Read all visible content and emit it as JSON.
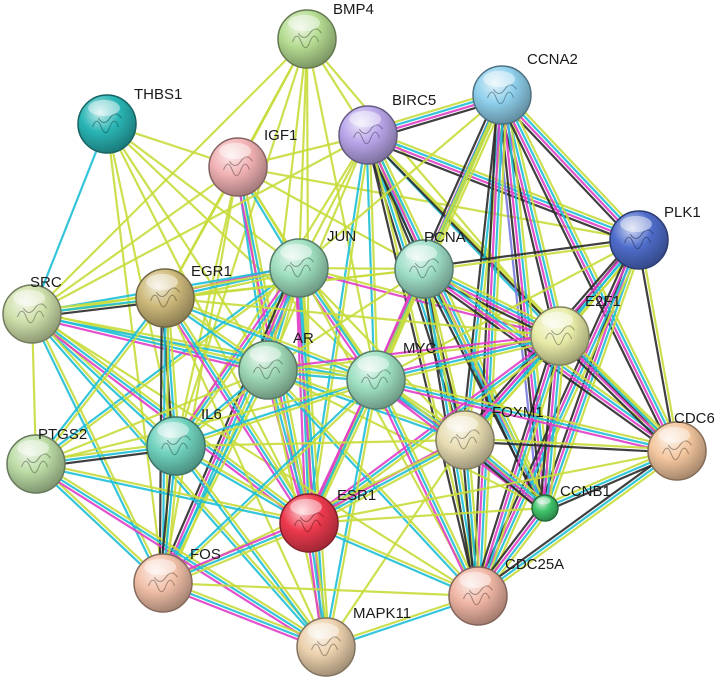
{
  "edge_colors": {
    "textmining": "#c8dc3c",
    "database": "#1fbfd6",
    "experimental": "#e03ec6",
    "coexpression": "#2a2a2a",
    "homology": "#7a7ae0"
  },
  "nodes": [
    {
      "id": "BMP4",
      "label": "BMP4",
      "color": "#b5dc92",
      "icon": "protein-structure-icon"
    },
    {
      "id": "CCNA2",
      "label": "CCNA2",
      "color": "#8fd0ec",
      "icon": "protein-structure-icon"
    },
    {
      "id": "THBS1",
      "label": "THBS1",
      "color": "#2ab5b5",
      "icon": "protein-structure-icon"
    },
    {
      "id": "BIRC5",
      "label": "BIRC5",
      "color": "#b9a6ea",
      "icon": "protein-structure-icon"
    },
    {
      "id": "IGF1",
      "label": "IGF1",
      "color": "#f2b2b4",
      "icon": "protein-structure-icon"
    },
    {
      "id": "PLK1",
      "label": "PLK1",
      "color": "#4f6dcb",
      "icon": "protein-structure-icon"
    },
    {
      "id": "JUN",
      "label": "JUN",
      "color": "#9fdfbf",
      "icon": "protein-structure-icon"
    },
    {
      "id": "PCNA",
      "label": "PCNA",
      "color": "#9fdfc8",
      "icon": "protein-structure-icon"
    },
    {
      "id": "SRC",
      "label": "SRC",
      "color": "#cfe0aa",
      "icon": "protein-structure-icon"
    },
    {
      "id": "EGR1",
      "label": "EGR1",
      "color": "#cdb97a",
      "icon": "protein-structure-icon"
    },
    {
      "id": "E2F1",
      "label": "E2F1",
      "color": "#e8eca8",
      "icon": "protein-structure-icon"
    },
    {
      "id": "AR",
      "label": "AR",
      "color": "#9fd9b5",
      "icon": "protein-structure-icon"
    },
    {
      "id": "MYC",
      "label": "MYC",
      "color": "#9fe0c2",
      "icon": "protein-structure-icon"
    },
    {
      "id": "FOXM1",
      "label": "FOXM1",
      "color": "#e8ddb2",
      "icon": "protein-structure-icon"
    },
    {
      "id": "CDC6",
      "label": "CDC6",
      "color": "#f3c69e",
      "icon": "protein-structure-icon"
    },
    {
      "id": "PTGS2",
      "label": "PTGS2",
      "color": "#bcdca5",
      "icon": "protein-structure-icon"
    },
    {
      "id": "IL6",
      "label": "IL6",
      "color": "#6fd2bd",
      "icon": "protein-structure-icon"
    },
    {
      "id": "CCNB1",
      "label": "CCNB1",
      "color": "#3fc46a",
      "icon": "protein-structure-icon"
    },
    {
      "id": "ESR1",
      "label": "ESR1",
      "color": "#ee3a4e",
      "icon": "protein-structure-icon"
    },
    {
      "id": "FOS",
      "label": "FOS",
      "color": "#f2c0a8",
      "icon": "protein-structure-icon"
    },
    {
      "id": "CDC25A",
      "label": "CDC25A",
      "color": "#f0b6a4",
      "icon": "protein-structure-icon"
    },
    {
      "id": "MAPK11",
      "label": "MAPK11",
      "color": "#ecd1ad",
      "icon": "protein-structure-icon"
    }
  ],
  "edges": [
    [
      "BMP4",
      "IGF1",
      [
        "textmining"
      ]
    ],
    [
      "BMP4",
      "JUN",
      [
        "textmining"
      ]
    ],
    [
      "BMP4",
      "EGR1",
      [
        "textmining"
      ]
    ],
    [
      "BMP4",
      "AR",
      [
        "textmining"
      ]
    ],
    [
      "BMP4",
      "MYC",
      [
        "textmining"
      ]
    ],
    [
      "BMP4",
      "IL6",
      [
        "textmining"
      ]
    ],
    [
      "BMP4",
      "ESR1",
      [
        "textmining"
      ]
    ],
    [
      "BMP4",
      "SRC",
      [
        "textmining"
      ]
    ],
    [
      "BMP4",
      "BIRC5",
      [
        "textmining"
      ]
    ],
    [
      "BMP4",
      "E2F1",
      [
        "textmining"
      ]
    ],
    [
      "THBS1",
      "JUN",
      [
        "textmining"
      ]
    ],
    [
      "THBS1",
      "IGF1",
      [
        "textmining"
      ]
    ],
    [
      "THBS1",
      "SRC",
      [
        "database"
      ]
    ],
    [
      "THBS1",
      "IL6",
      [
        "textmining"
      ]
    ],
    [
      "THBS1",
      "AR",
      [
        "textmining"
      ]
    ],
    [
      "THBS1",
      "FOS",
      [
        "textmining"
      ]
    ],
    [
      "THBS1",
      "MYC",
      [
        "textmining"
      ]
    ],
    [
      "THBS1",
      "ESR1",
      [
        "textmining"
      ]
    ],
    [
      "IGF1",
      "BIRC5",
      [
        "textmining"
      ]
    ],
    [
      "IGF1",
      "JUN",
      [
        "textmining",
        "database"
      ]
    ],
    [
      "IGF1",
      "SRC",
      [
        "textmining"
      ]
    ],
    [
      "IGF1",
      "EGR1",
      [
        "textmining"
      ]
    ],
    [
      "IGF1",
      "AR",
      [
        "textmining",
        "database"
      ]
    ],
    [
      "IGF1",
      "ESR1",
      [
        "textmining",
        "database",
        "experimental"
      ]
    ],
    [
      "IGF1",
      "MYC",
      [
        "textmining"
      ]
    ],
    [
      "IGF1",
      "IL6",
      [
        "textmining"
      ]
    ],
    [
      "IGF1",
      "FOS",
      [
        "textmining"
      ]
    ],
    [
      "IGF1",
      "PCNA",
      [
        "textmining"
      ]
    ],
    [
      "IGF1",
      "PLK1",
      [
        "textmining"
      ]
    ],
    [
      "BIRC5",
      "CCNA2",
      [
        "textmining",
        "database",
        "experimental",
        "coexpression"
      ]
    ],
    [
      "BIRC5",
      "PLK1",
      [
        "textmining",
        "database",
        "experimental",
        "coexpression"
      ]
    ],
    [
      "BIRC5",
      "PCNA",
      [
        "textmining",
        "database",
        "coexpression"
      ]
    ],
    [
      "BIRC5",
      "JUN",
      [
        "textmining"
      ]
    ],
    [
      "BIRC5",
      "MYC",
      [
        "textmining",
        "database"
      ]
    ],
    [
      "BIRC5",
      "E2F1",
      [
        "textmining",
        "database"
      ]
    ],
    [
      "BIRC5",
      "FOXM1",
      [
        "textmining",
        "database",
        "coexpression"
      ]
    ],
    [
      "BIRC5",
      "CCNB1",
      [
        "textmining",
        "database",
        "experimental",
        "coexpression"
      ]
    ],
    [
      "BIRC5",
      "CDC6",
      [
        "textmining",
        "coexpression"
      ]
    ],
    [
      "BIRC5",
      "ESR1",
      [
        "textmining",
        "database"
      ]
    ],
    [
      "BIRC5",
      "IL6",
      [
        "textmining"
      ]
    ],
    [
      "BIRC5",
      "AR",
      [
        "textmining"
      ]
    ],
    [
      "BIRC5",
      "CDC25A",
      [
        "textmining",
        "coexpression"
      ]
    ],
    [
      "BIRC5",
      "SRC",
      [
        "textmining"
      ]
    ],
    [
      "CCNA2",
      "PLK1",
      [
        "textmining",
        "database",
        "experimental",
        "coexpression"
      ]
    ],
    [
      "CCNA2",
      "PCNA",
      [
        "textmining",
        "database",
        "experimental",
        "coexpression"
      ]
    ],
    [
      "CCNA2",
      "E2F1",
      [
        "textmining",
        "database",
        "experimental",
        "coexpression"
      ]
    ],
    [
      "CCNA2",
      "FOXM1",
      [
        "textmining",
        "database",
        "coexpression"
      ]
    ],
    [
      "CCNA2",
      "CCNB1",
      [
        "textmining",
        "database",
        "experimental",
        "coexpression",
        "homology"
      ]
    ],
    [
      "CCNA2",
      "CDC6",
      [
        "textmining",
        "database",
        "experimental",
        "coexpression"
      ]
    ],
    [
      "CCNA2",
      "CDC25A",
      [
        "textmining",
        "database",
        "experimental",
        "coexpression"
      ]
    ],
    [
      "CCNA2",
      "MYC",
      [
        "textmining",
        "database"
      ]
    ],
    [
      "CCNA2",
      "JUN",
      [
        "textmining"
      ]
    ],
    [
      "CCNA2",
      "ESR1",
      [
        "textmining"
      ]
    ],
    [
      "PLK1",
      "PCNA",
      [
        "textmining",
        "coexpression"
      ]
    ],
    [
      "PLK1",
      "E2F1",
      [
        "textmining",
        "database",
        "coexpression"
      ]
    ],
    [
      "PLK1",
      "FOXM1",
      [
        "textmining",
        "database",
        "experimental",
        "coexpression"
      ]
    ],
    [
      "PLK1",
      "CCNB1",
      [
        "textmining",
        "database",
        "experimental",
        "coexpression"
      ]
    ],
    [
      "PLK1",
      "CDC6",
      [
        "textmining",
        "coexpression"
      ]
    ],
    [
      "PLK1",
      "CDC25A",
      [
        "textmining",
        "database",
        "experimental",
        "coexpression"
      ]
    ],
    [
      "PLK1",
      "MYC",
      [
        "textmining"
      ]
    ],
    [
      "JUN",
      "EGR1",
      [
        "textmining",
        "database",
        "experimental"
      ]
    ],
    [
      "JUN",
      "SRC",
      [
        "textmining",
        "database"
      ]
    ],
    [
      "JUN",
      "AR",
      [
        "textmining",
        "database",
        "experimental"
      ]
    ],
    [
      "JUN",
      "MYC",
      [
        "textmining",
        "database",
        "experimental"
      ]
    ],
    [
      "JUN",
      "PCNA",
      [
        "textmining"
      ]
    ],
    [
      "JUN",
      "ESR1",
      [
        "textmining",
        "database",
        "experimental"
      ]
    ],
    [
      "JUN",
      "IL6",
      [
        "textmining",
        "database",
        "experimental"
      ]
    ],
    [
      "JUN",
      "FOS",
      [
        "textmining",
        "database",
        "experimental",
        "coexpression"
      ]
    ],
    [
      "JUN",
      "PTGS2",
      [
        "textmining",
        "database"
      ]
    ],
    [
      "JUN",
      "MAPK11",
      [
        "textmining",
        "database",
        "experimental"
      ]
    ],
    [
      "JUN",
      "E2F1",
      [
        "textmining",
        "experimental"
      ]
    ],
    [
      "JUN",
      "CDC25A",
      [
        "textmining"
      ]
    ],
    [
      "JUN",
      "FOXM1",
      [
        "textmining"
      ]
    ],
    [
      "PCNA",
      "MYC",
      [
        "textmining",
        "database",
        "experimental"
      ]
    ],
    [
      "PCNA",
      "E2F1",
      [
        "textmining",
        "database",
        "experimental",
        "coexpression"
      ]
    ],
    [
      "PCNA",
      "FOXM1",
      [
        "textmining",
        "coexpression"
      ]
    ],
    [
      "PCNA",
      "CCNB1",
      [
        "textmining",
        "database",
        "coexpression"
      ]
    ],
    [
      "PCNA",
      "CDC6",
      [
        "textmining",
        "database",
        "experimental",
        "coexpression"
      ]
    ],
    [
      "PCNA",
      "CDC25A",
      [
        "textmining",
        "database",
        "coexpression"
      ]
    ],
    [
      "PCNA",
      "ESR1",
      [
        "textmining",
        "experimental"
      ]
    ],
    [
      "PCNA",
      "AR",
      [
        "textmining"
      ]
    ],
    [
      "PCNA",
      "EGR1",
      [
        "textmining"
      ]
    ],
    [
      "PCNA",
      "SRC",
      [
        "textmining"
      ]
    ],
    [
      "SRC",
      "EGR1",
      [
        "textmining",
        "database",
        "coexpression"
      ]
    ],
    [
      "SRC",
      "AR",
      [
        "textmining",
        "database",
        "experimental"
      ]
    ],
    [
      "SRC",
      "MYC",
      [
        "textmining",
        "database"
      ]
    ],
    [
      "SRC",
      "IL6",
      [
        "textmining",
        "database"
      ]
    ],
    [
      "SRC",
      "ESR1",
      [
        "textmining",
        "database",
        "experimental"
      ]
    ],
    [
      "SRC",
      "PTGS2",
      [
        "textmining"
      ]
    ],
    [
      "SRC",
      "FOS",
      [
        "textmining",
        "database"
      ]
    ],
    [
      "SRC",
      "MAPK11",
      [
        "textmining",
        "database"
      ]
    ],
    [
      "SRC",
      "CDC25A",
      [
        "textmining"
      ]
    ],
    [
      "EGR1",
      "AR",
      [
        "textmining",
        "database"
      ]
    ],
    [
      "EGR1",
      "MYC",
      [
        "textmining",
        "database"
      ]
    ],
    [
      "EGR1",
      "IL6",
      [
        "textmining",
        "database",
        "coexpression"
      ]
    ],
    [
      "EGR1",
      "ESR1",
      [
        "textmining",
        "database",
        "experimental"
      ]
    ],
    [
      "EGR1",
      "FOS",
      [
        "textmining",
        "database",
        "coexpression"
      ]
    ],
    [
      "EGR1",
      "PTGS2",
      [
        "textmining",
        "database"
      ]
    ],
    [
      "EGR1",
      "MAPK11",
      [
        "textmining"
      ]
    ],
    [
      "EGR1",
      "E2F1",
      [
        "textmining"
      ]
    ],
    [
      "E2F1",
      "MYC",
      [
        "textmining",
        "database",
        "experimental"
      ]
    ],
    [
      "E2F1",
      "FOXM1",
      [
        "textmining",
        "database",
        "experimental"
      ]
    ],
    [
      "E2F1",
      "CCNB1",
      [
        "textmining",
        "database",
        "experimental",
        "coexpression"
      ]
    ],
    [
      "E2F1",
      "CDC6",
      [
        "textmining",
        "database",
        "experimental",
        "coexpression"
      ]
    ],
    [
      "E2F1",
      "CDC25A",
      [
        "textmining",
        "database",
        "experimental",
        "coexpression"
      ]
    ],
    [
      "E2F1",
      "ESR1",
      [
        "textmining",
        "database",
        "experimental"
      ]
    ],
    [
      "E2F1",
      "AR",
      [
        "textmining",
        "experimental"
      ]
    ],
    [
      "AR",
      "MYC",
      [
        "textmining",
        "database"
      ]
    ],
    [
      "AR",
      "IL6",
      [
        "textmining",
        "database"
      ]
    ],
    [
      "AR",
      "ESR1",
      [
        "textmining",
        "database",
        "experimental"
      ]
    ],
    [
      "AR",
      "FOS",
      [
        "textmining",
        "database"
      ]
    ],
    [
      "AR",
      "PTGS2",
      [
        "textmining"
      ]
    ],
    [
      "AR",
      "MAPK11",
      [
        "textmining"
      ]
    ],
    [
      "AR",
      "FOXM1",
      [
        "textmining",
        "database"
      ]
    ],
    [
      "AR",
      "CDC25A",
      [
        "textmining",
        "database"
      ]
    ],
    [
      "AR",
      "CCNB1",
      [
        "textmining"
      ]
    ],
    [
      "MYC",
      "FOXM1",
      [
        "textmining",
        "database",
        "experimental"
      ]
    ],
    [
      "MYC",
      "CCNB1",
      [
        "textmining",
        "database",
        "experimental"
      ]
    ],
    [
      "MYC",
      "CDC6",
      [
        "textmining",
        "database",
        "experimental"
      ]
    ],
    [
      "MYC",
      "CDC25A",
      [
        "textmining",
        "database",
        "experimental"
      ]
    ],
    [
      "MYC",
      "ESR1",
      [
        "textmining",
        "database",
        "experimental"
      ]
    ],
    [
      "MYC",
      "IL6",
      [
        "textmining",
        "database"
      ]
    ],
    [
      "MYC",
      "FOS",
      [
        "textmining",
        "database"
      ]
    ],
    [
      "MYC",
      "PTGS2",
      [
        "textmining"
      ]
    ],
    [
      "MYC",
      "MAPK11",
      [
        "textmining",
        "database"
      ]
    ],
    [
      "FOXM1",
      "CCNB1",
      [
        "textmining",
        "database",
        "experimental",
        "coexpression"
      ]
    ],
    [
      "FOXM1",
      "CDC6",
      [
        "textmining",
        "coexpression"
      ]
    ],
    [
      "FOXM1",
      "CDC25A",
      [
        "textmining",
        "database",
        "coexpression"
      ]
    ],
    [
      "FOXM1",
      "ESR1",
      [
        "textmining",
        "database",
        "experimental"
      ]
    ],
    [
      "FOXM1",
      "IL6",
      [
        "textmining"
      ]
    ],
    [
      "FOXM1",
      "FOS",
      [
        "textmining"
      ]
    ],
    [
      "FOXM1",
      "MAPK11",
      [
        "textmining"
      ]
    ],
    [
      "CCNB1",
      "CDC6",
      [
        "textmining",
        "database",
        "coexpression"
      ]
    ],
    [
      "CCNB1",
      "CDC25A",
      [
        "textmining",
        "database",
        "experimental",
        "coexpression"
      ]
    ],
    [
      "CCNB1",
      "ESR1",
      [
        "textmining"
      ]
    ],
    [
      "CDC6",
      "CDC25A",
      [
        "textmining",
        "database",
        "coexpression"
      ]
    ],
    [
      "CDC6",
      "ESR1",
      [
        "textmining"
      ]
    ],
    [
      "PTGS2",
      "IL6",
      [
        "textmining",
        "database",
        "coexpression"
      ]
    ],
    [
      "PTGS2",
      "ESR1",
      [
        "textmining",
        "database"
      ]
    ],
    [
      "PTGS2",
      "FOS",
      [
        "textmining",
        "database"
      ]
    ],
    [
      "PTGS2",
      "MAPK11",
      [
        "textmining",
        "database",
        "experimental"
      ]
    ],
    [
      "IL6",
      "ESR1",
      [
        "textmining",
        "database"
      ]
    ],
    [
      "IL6",
      "FOS",
      [
        "textmining",
        "database",
        "coexpression"
      ]
    ],
    [
      "IL6",
      "MAPK11",
      [
        "textmining",
        "database"
      ]
    ],
    [
      "ESR1",
      "FOS",
      [
        "textmining",
        "database",
        "experimental"
      ]
    ],
    [
      "ESR1",
      "MAPK11",
      [
        "textmining",
        "database",
        "experimental"
      ]
    ],
    [
      "ESR1",
      "CDC25A",
      [
        "textmining",
        "database"
      ]
    ],
    [
      "FOS",
      "MAPK11",
      [
        "textmining",
        "database",
        "experimental"
      ]
    ],
    [
      "FOS",
      "CDC25A",
      [
        "textmining"
      ]
    ],
    [
      "MAPK11",
      "CDC25A",
      [
        "textmining",
        "database"
      ]
    ]
  ]
}
